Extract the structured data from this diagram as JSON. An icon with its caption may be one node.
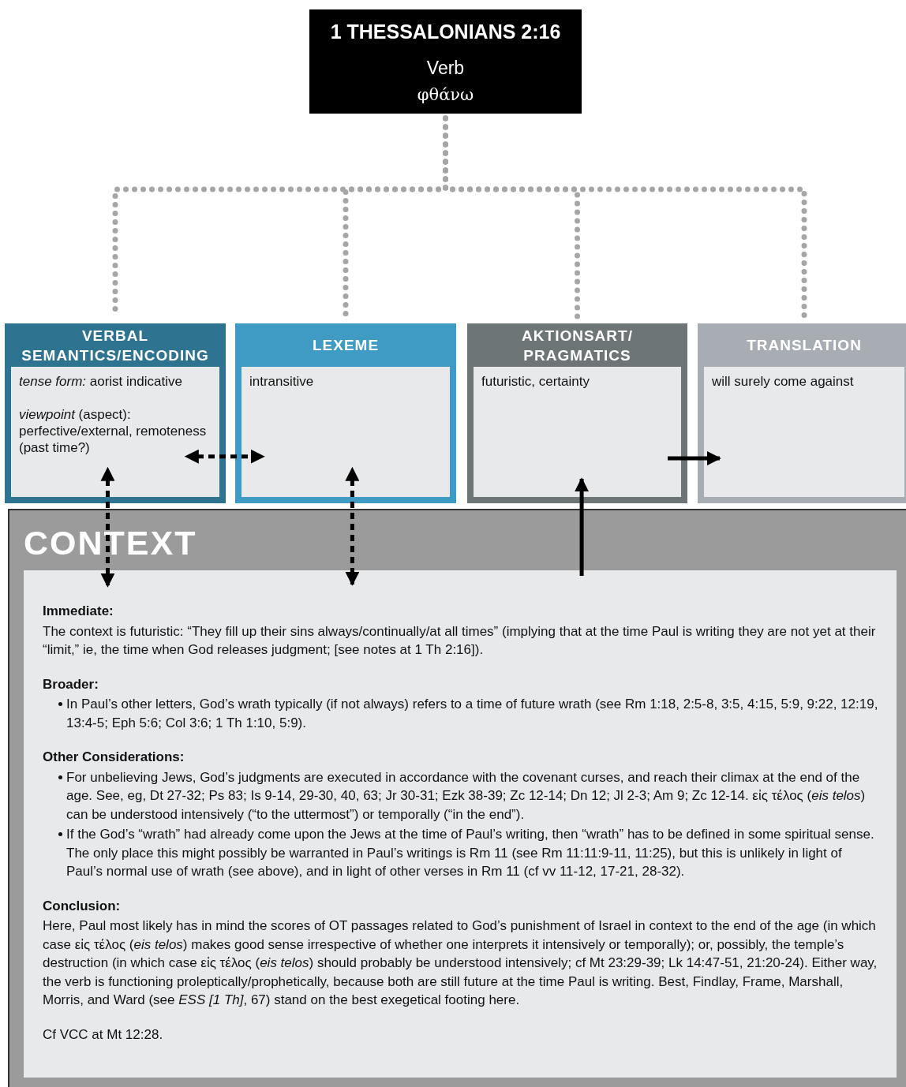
{
  "diagram": {
    "nodes": [
      {
        "text": [
          "1 THESSALONIANS 2:16",
          "Verb",
          "φθάνω"
        ]
      },
      {
        "text": [
          "VERBAL SEMANTICS/ENCODING",
          "*tense form:* aorist indicative",
          "*viewpoint* (aspect): perfective/external, remoteness (past time?)"
        ]
      },
      {
        "text": [
          "LEXEME",
          "intransitive"
        ]
      },
      {
        "text": [
          "AKTIONSART/ PRAGMATICS",
          "futuristic, certainty"
        ]
      },
      {
        "text": [
          "TRANSLATION",
          "will surely come against"
        ]
      },
      {
        "text": [
          "CONTEXT",
          "Immediate:",
          "The context is futuristic: “They fill up their sins always/continually/at all times” (implying that at the time Paul is writing they are not yet at their “limit,” ie, the time when God releases judgment; [see notes at 1 Th 2:16]).",
          "Broader:",
          "In Paul’s other letters, God’s wrath typically (if not always) refers to a time of future wrath (see Rm 1:18, 2:5-8, 3:5, 4:15, 5:9, 9:22, 12:19, 13:4-5; Eph 5:6; Col 3:6; 1 Th 1:10, 5:9).",
          "Other Considerations:",
          "For unbelieving Jews, God’s judgments are executed in accordance with the covenant curses, and reach their climax at the end of the age. See, eg, Dt 27-32; Ps 83; Is 9-14, 29-30, 40, 63; Jr 30-31; Ezk 38-39; Zc 12-14; Dn 12; Jl 2-3; Am 9; Zc 12-14. εἰς τέλος (*eis telos*) can be understood intensively (“to the uttermost”) or temporally (“in the end”).",
          "If the God’s “wrath” had already come upon the Jews at the time of Paul’s writing, then “wrath” has to be defined in some spiritual sense. The only place this might possibly be warranted in Paul’s writings is Rm 11 (see Rm 11:11:9-11, 11:25), but this is unlikely in light of Paul’s normal use of wrath (see above), and in light of other verses in Rm 11 (cf vv 11-12, 17-21, 28-32).",
          "Conclusion:",
          "Here, Paul most likely has in mind the scores of OT passages related to God’s punishment of Israel in context to the end of the age (in which case εἰς τέλος (*eis telos*) makes good sense irrespective of whether one interprets it intensively or temporally); or, possibly, the temple’s destruction (in which case εἰς τέλος (*eis telos*) should probably be understood intensively; cf Mt 23:29-39; Lk 14:47-51, 21:20-24). Either way, the verb is functioning proleptically/prophetically, because both are still future at the time Paul is writing. Best, Findlay, Frame, Marshall, Morris, and Ward (see *ESS [1 Th]*, 67) stand on the best exegetical footing here.",
          "Cf VCC at Mt 12:28."
        ]
      }
    ],
    "edges": [
      {
        "from": 0,
        "to": 1,
        "arrow": "none",
        "style": "dashed",
        "color": "#a6a6a6"
      },
      {
        "from": 0,
        "to": 2,
        "arrow": "none",
        "style": "dashed",
        "color": "#a6a6a6"
      },
      {
        "from": 0,
        "to": 3,
        "arrow": "none",
        "style": "dashed",
        "color": "#a6a6a6"
      },
      {
        "from": 0,
        "to": 4,
        "arrow": "none",
        "style": "dashed",
        "color": "#a6a6a6"
      },
      {
        "from": 1,
        "to": 2,
        "arrow": "both",
        "style": "dashed"
      },
      {
        "from": 3,
        "to": 4,
        "arrow": "to"
      },
      {
        "from": 1,
        "to": 5,
        "arrow": "both",
        "style": "dashed"
      },
      {
        "from": 2,
        "to": 5,
        "arrow": "both",
        "style": "dashed"
      },
      {
        "from": 5,
        "to": 3,
        "arrow": "to"
      }
    ]
  }
}
